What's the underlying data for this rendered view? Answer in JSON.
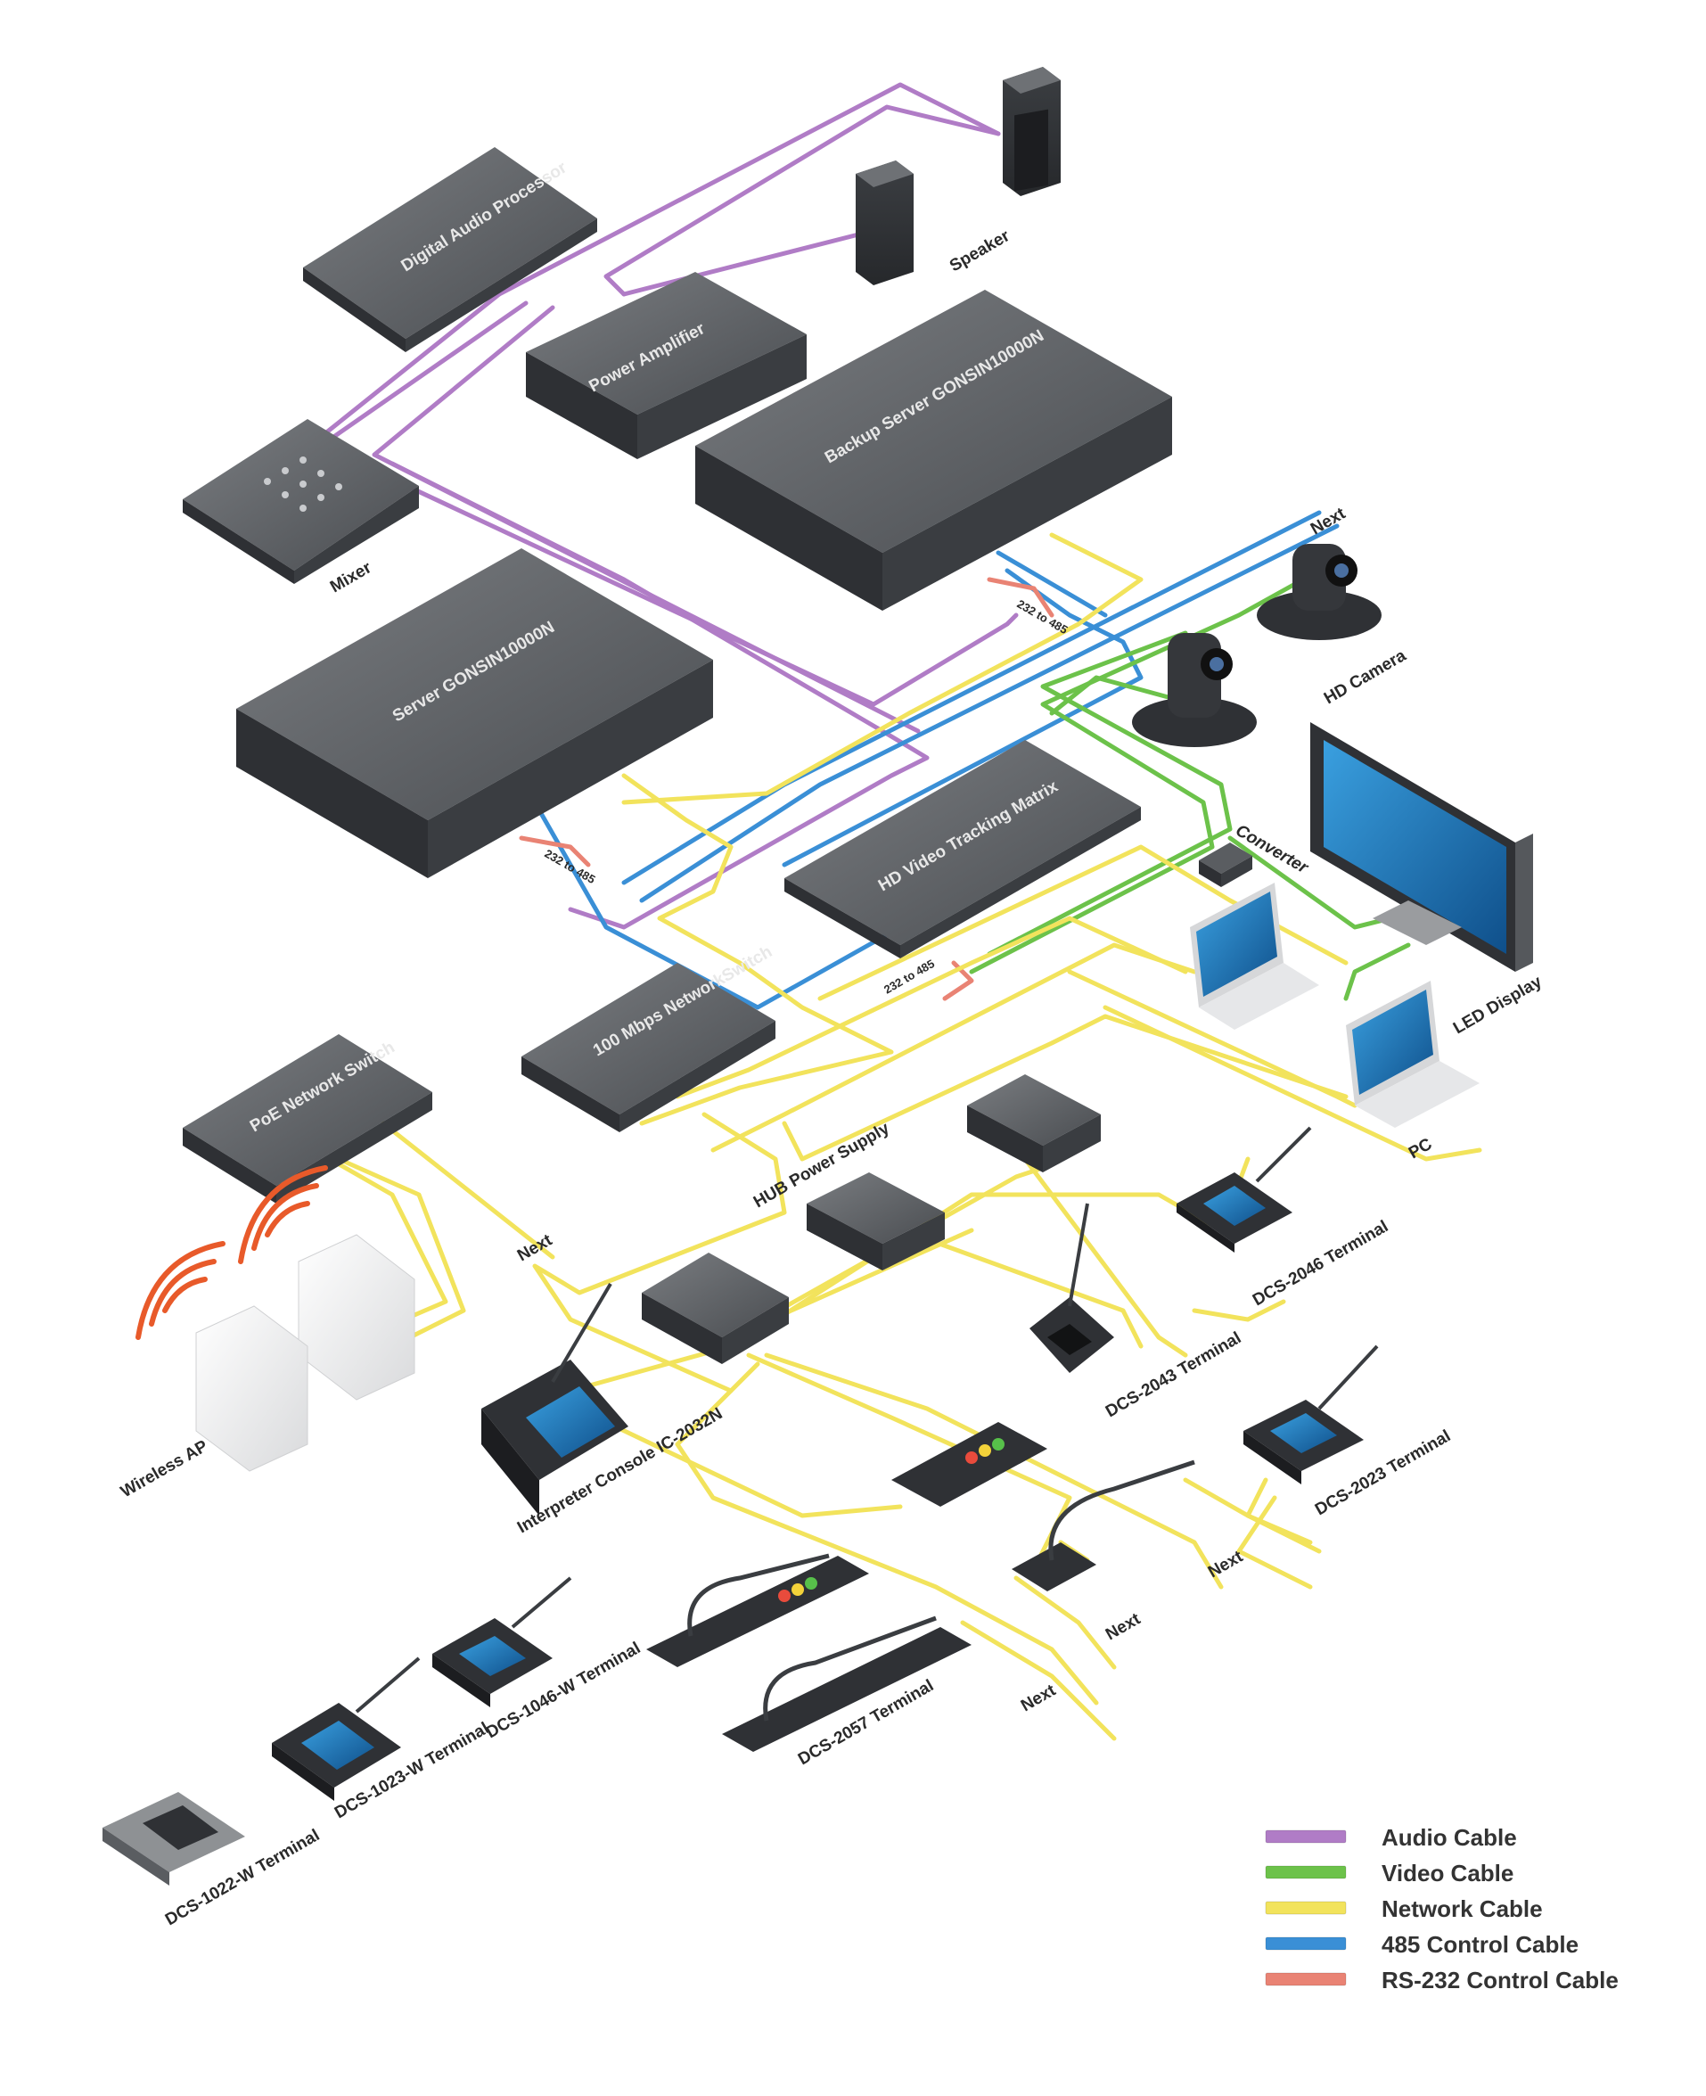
{
  "colors": {
    "audio": "#b07cc6",
    "video": "#6cc24a",
    "network": "#f2e35c",
    "control485": "#3a8fd6",
    "rs232": "#e98374",
    "device_dark": "#4a4d51",
    "device_top": "#6b6e72",
    "screen": "#1f7bc0",
    "wave": "#e85a2a"
  },
  "labels": {
    "speaker": "Speaker",
    "digital_audio_processor": "Digital Audio Processor",
    "power_amplifier": "Power Amplifier",
    "backup_server": "Backup Server GONSIN10000N",
    "mixer": "Mixer",
    "server": "Server GONSIN10000N",
    "next_top": "Next",
    "hd_camera": "HD Camera",
    "hd_video_tracking_matrix": "HD Video Tracking Matrix",
    "converter": "Converter",
    "rs232_to_485_a": "232 to 485",
    "rs232_to_485_b": "232 to 485",
    "rs232_to_485_c": "232 to 485",
    "led_display": "LED Display",
    "poe_switch": "PoE Network Switch",
    "network_switch": "100 Mbps NetworkSwitch",
    "pc": "PC",
    "hub_power_supply": "HUB Power Supply",
    "next_mid": "Next",
    "dcs_2046": "DCS-2046 Terminal",
    "wireless_ap": "Wireless AP",
    "dcs_2043": "DCS-2043 Terminal",
    "interpreter_console": "Interpreter Console IC-2032N",
    "dcs_2023": "DCS-2023 Terminal",
    "next_a": "Next",
    "next_b": "Next",
    "next_c": "Next",
    "dcs_1046w": "DCS-1046-W Terminal",
    "dcs_2057": "DCS-2057 Terminal",
    "dcs_1023w": "DCS-1023-W Terminal",
    "dcs_1022w": "DCS-1022-W Terminal",
    "brand": "GONSIN"
  },
  "legend": [
    {
      "key": "audio",
      "label": "Audio Cable"
    },
    {
      "key": "video",
      "label": "Video Cable"
    },
    {
      "key": "network",
      "label": "Network Cable"
    },
    {
      "key": "control485",
      "label": "485 Control Cable"
    },
    {
      "key": "rs232",
      "label": "RS-232 Control Cable"
    }
  ]
}
